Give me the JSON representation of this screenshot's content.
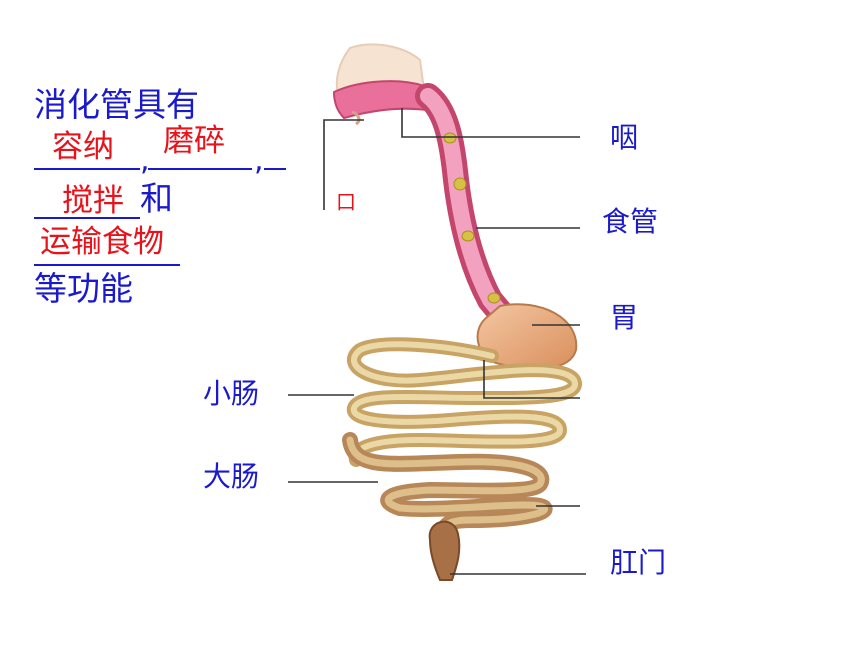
{
  "statement": {
    "line1": "消化管具有",
    "conjunction": "和",
    "line_end": "等功能",
    "comma": ","
  },
  "answers": {
    "a1": "容纳",
    "a2": "磨碎",
    "a3": "搅拌",
    "a4": "运输食物"
  },
  "labels": {
    "mouth": "口",
    "pharynx": "咽",
    "esophagus": "食管",
    "stomach": "胃",
    "small_intestine": "小肠",
    "large_intestine": "大肠",
    "anus": "肛门"
  },
  "colors": {
    "text": "#1a1acc",
    "answer": "#e8121b",
    "tract": "#e9709a",
    "intestine": "#c79a5a"
  }
}
